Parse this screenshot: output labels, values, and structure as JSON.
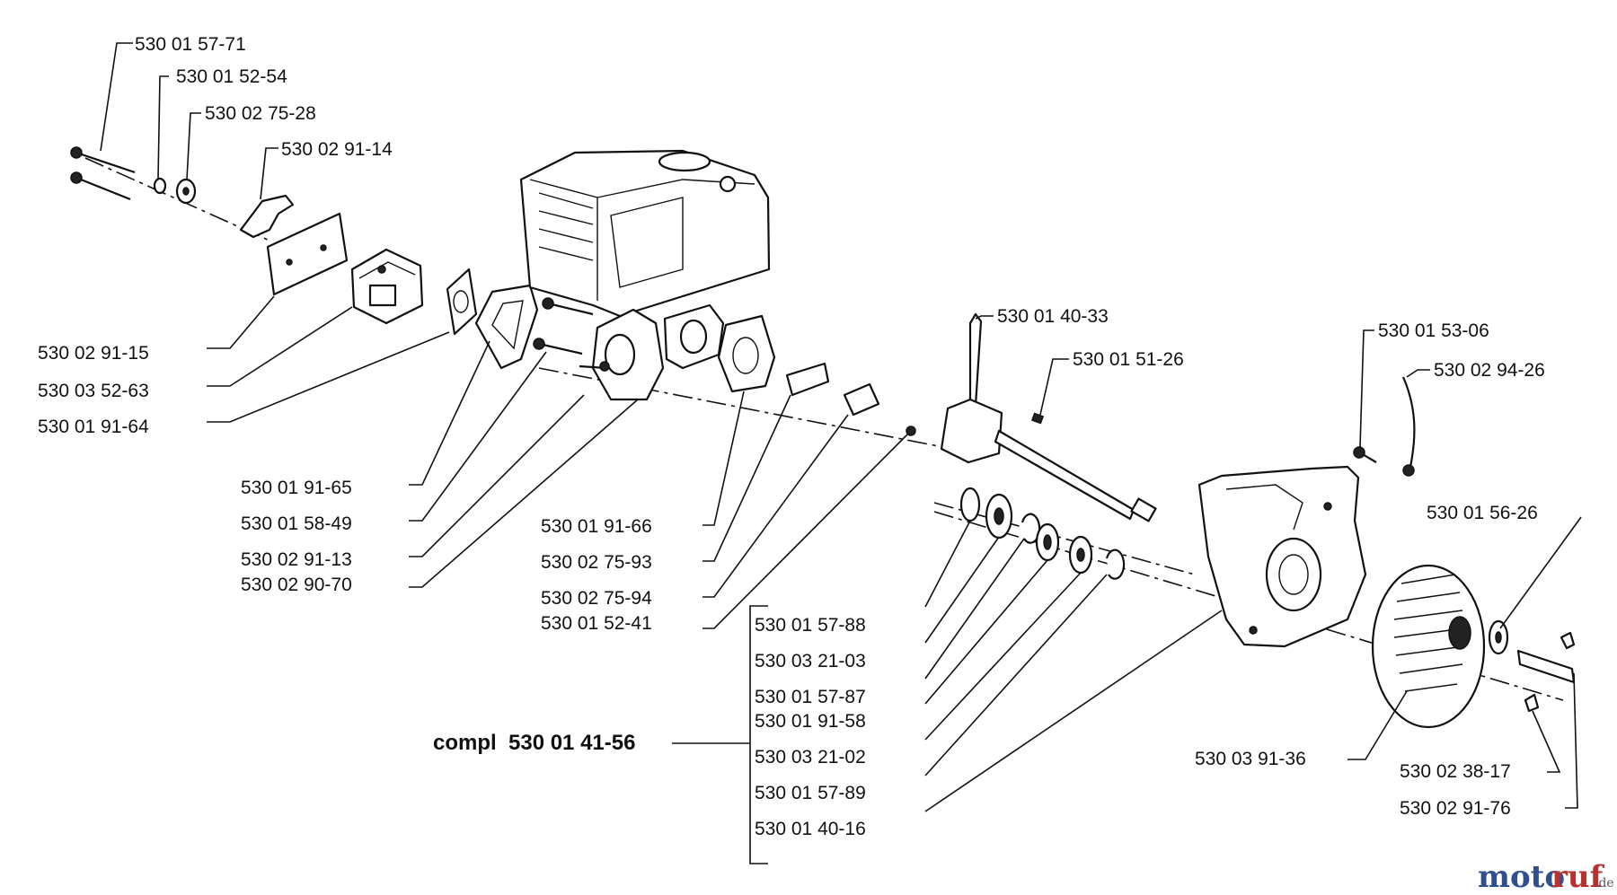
{
  "parts": {
    "p1": "530 01 57-71",
    "p2": "530 01 52-54",
    "p3": "530 02 75-28",
    "p4": "530 02 91-14",
    "p5": "530 02 91-15",
    "p6": "530 03 52-63",
    "p7": "530 01 91-64",
    "p8": "530 01 91-65",
    "p9": "530 01 58-49",
    "p10": "530 02 91-13",
    "p11": "530 02 90-70",
    "p12": "530 01 91-66",
    "p13": "530 02 75-93",
    "p14": "530 02 75-94",
    "p15": "530 01 52-41",
    "p16": "530 01 40-33",
    "p17": "530 01 51-26",
    "p18": "530 01 53-06",
    "p19": "530 02 94-26",
    "p20": "530 01 56-26",
    "p21": "530 03 91-36",
    "p22": "530 02 38-17",
    "p23": "530 02 91-76",
    "b1": "530 01 57-88",
    "b2": "530 03 21-03",
    "b3": "530 01 57-87",
    "b4": "530 01 91-58",
    "b5": "530 03 21-02",
    "b6": "530 01 57-89",
    "b7": "530 01 40-16"
  },
  "compl": {
    "prefix": "compl",
    "number": "530 01 41-56"
  },
  "watermark": {
    "part_a": "moto",
    "part_b": "ruf",
    "suffix": ".de"
  }
}
